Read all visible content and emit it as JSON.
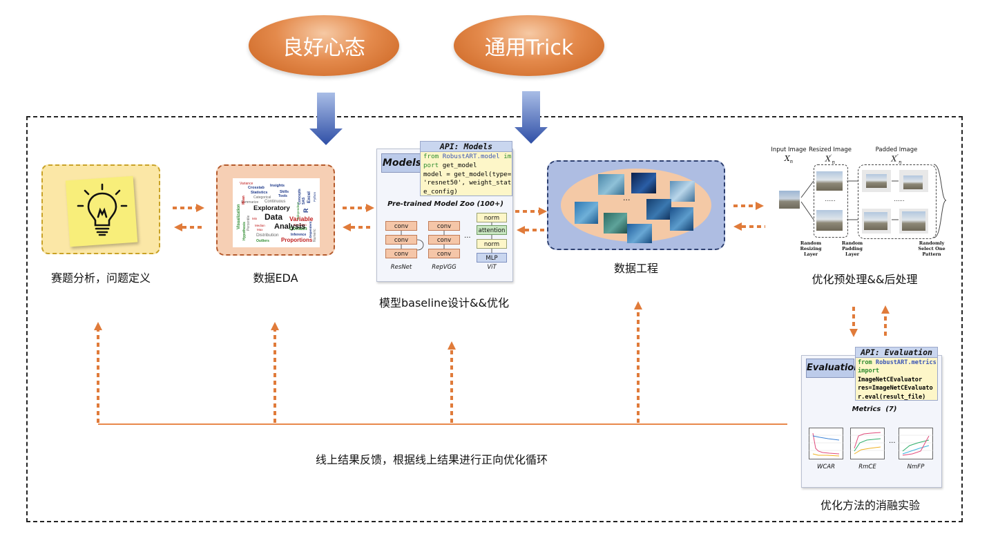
{
  "top": {
    "mindset": "良好心态",
    "trick": "通用Trick"
  },
  "stages": {
    "analysis": "赛题分析，问题定义",
    "eda": "数据EDA",
    "model": "模型baseline设计&&优化",
    "data_eng": "数据工程",
    "prepost": "优化预处理&&后处理",
    "ablation": "优化方法的消融实验"
  },
  "feedback": "线上结果反馈，根据线上结果进行正向优化循环",
  "eda_words": {
    "variance": "Variance",
    "crosstab": "Crosstab",
    "insights": "Insights",
    "statistics": "Statistics",
    "skills": "Skills",
    "categorical": "Categorical",
    "tools": "Tools",
    "summarize": "Summarize",
    "continuous": "Continuous",
    "exploratory": "Exploratory",
    "data": "Data",
    "analysis": "Analysis",
    "variable": "Variable",
    "deviation": "Deviation",
    "domain": "Domain",
    "inference": "Inference",
    "distribution": "Distribution",
    "proportions": "Proportions",
    "outliers": "Outliers",
    "median": "Median",
    "max": "Max",
    "min": "Min",
    "visualization": "Visualization",
    "mean": "Mean",
    "hypothesis": "Hypothesis",
    "percentile": "Percentile",
    "concepts": "Concepts",
    "sas": "SAS",
    "r": "R",
    "excel": "Excel",
    "python": "Python",
    "independent": "Independent",
    "dependent": "Dependent",
    "numeric": "Numeric"
  },
  "models_panel": {
    "header": "Models",
    "api_title": "API: Models",
    "code": {
      "l1_kw": "from",
      "l1_mod": "RobustART.model",
      "l1_kw2": "im",
      "l2_kw": "port",
      "l2_rest": "get_model",
      "l3": "model = get_model(type=",
      "l4": "'resnet50', weight_stat",
      "l5": "e_config)"
    },
    "zoo_title": "Pre-trained Model Zoo (100+)",
    "conv": "conv",
    "norm": "norm",
    "attention": "attention",
    "mlp": "MLP",
    "ellipsis": "...",
    "resnet": "ResNet",
    "repvgg": "RepVGG",
    "vit": "ViT"
  },
  "data_panel": {
    "ellipsis": "..."
  },
  "prepost_panel": {
    "input_image": "Input Image",
    "x_n": "X",
    "x_n_sub": "n",
    "resized_image": "Resized Image",
    "x_prime": "X",
    "x_prime_sub": "n",
    "x_prime_sup": "′",
    "padded_image": "Padded Image",
    "x_dprime": "X",
    "x_dprime_sub": "n",
    "x_dprime_sup": "″",
    "dots": "......",
    "random_resizing": "Random\nResizing\nLayer",
    "random_padding": "Random\nPadding\nLayer",
    "randomly_select": "Randomly\nSelect One\nPattern"
  },
  "eval_panel": {
    "header": "Evaluation",
    "api_title": "API: Evaluation",
    "code": {
      "l1_kw": "from",
      "l1_mod": "RobustART.metrics",
      "l2_kw": "import",
      "l3": "ImageNetCEvaluator",
      "l4": "res=ImageNetCEvaluato",
      "l5": "r.eval(result_file)"
    },
    "metrics_title": "Metrics  (7)",
    "wcar": "WCAR",
    "rmce": "RmCE",
    "nmfp": "NmFP",
    "ellipsis": "..."
  },
  "colors": {
    "orange_arrow": "#e07b3a",
    "blue_arrow": "#3f62b5",
    "feedback_line": "#e8874a"
  }
}
